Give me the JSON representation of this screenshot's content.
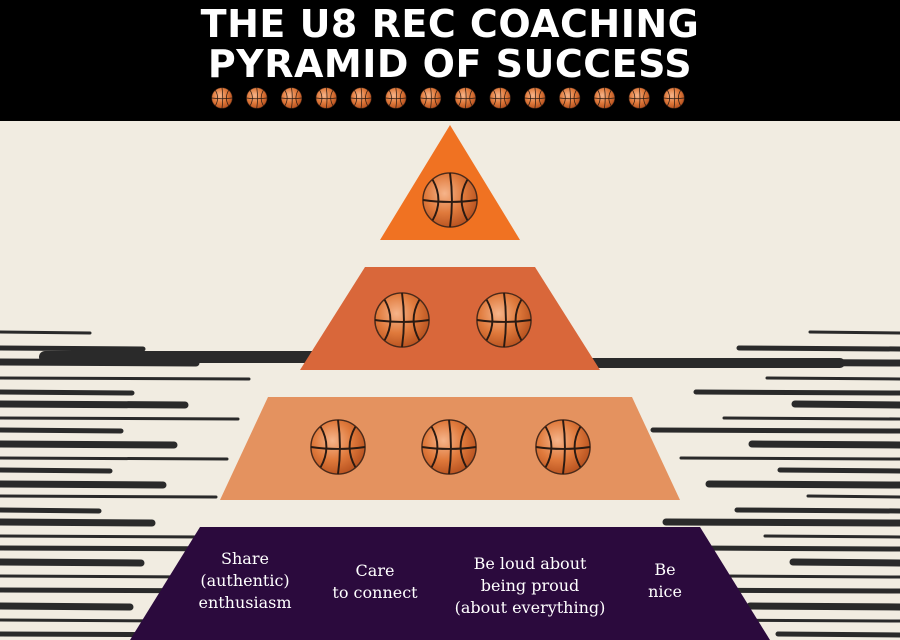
{
  "title": {
    "line1": "THE U8 REC COACHING",
    "line2": "PYRAMID OF SUCCESS"
  },
  "colors": {
    "header_bg": "#000000",
    "page_bg": "#f1ece1",
    "tier_top": "#f07222",
    "tier_second": "#d9673a",
    "tier_third": "#e4925f",
    "tier_base": "#2b0a3d",
    "streaks": "#2a2a2a",
    "ball": "#e07a3c"
  },
  "icons": {
    "decor_ball": "basketball-icon",
    "tier_ball": "basketball-icon"
  },
  "header_ball_count": 14,
  "tiers": [
    {
      "name": "top",
      "ball_count": 1
    },
    {
      "name": "second",
      "ball_count": 2
    },
    {
      "name": "third",
      "ball_count": 3
    }
  ],
  "base_items": [
    {
      "lines": [
        "Share",
        "(authentic)",
        "enthusiasm"
      ]
    },
    {
      "lines": [
        "Care",
        "to connect"
      ]
    },
    {
      "lines": [
        "Be loud about",
        "being proud",
        "(about everything)"
      ]
    },
    {
      "lines": [
        "Be",
        "nice"
      ]
    }
  ]
}
